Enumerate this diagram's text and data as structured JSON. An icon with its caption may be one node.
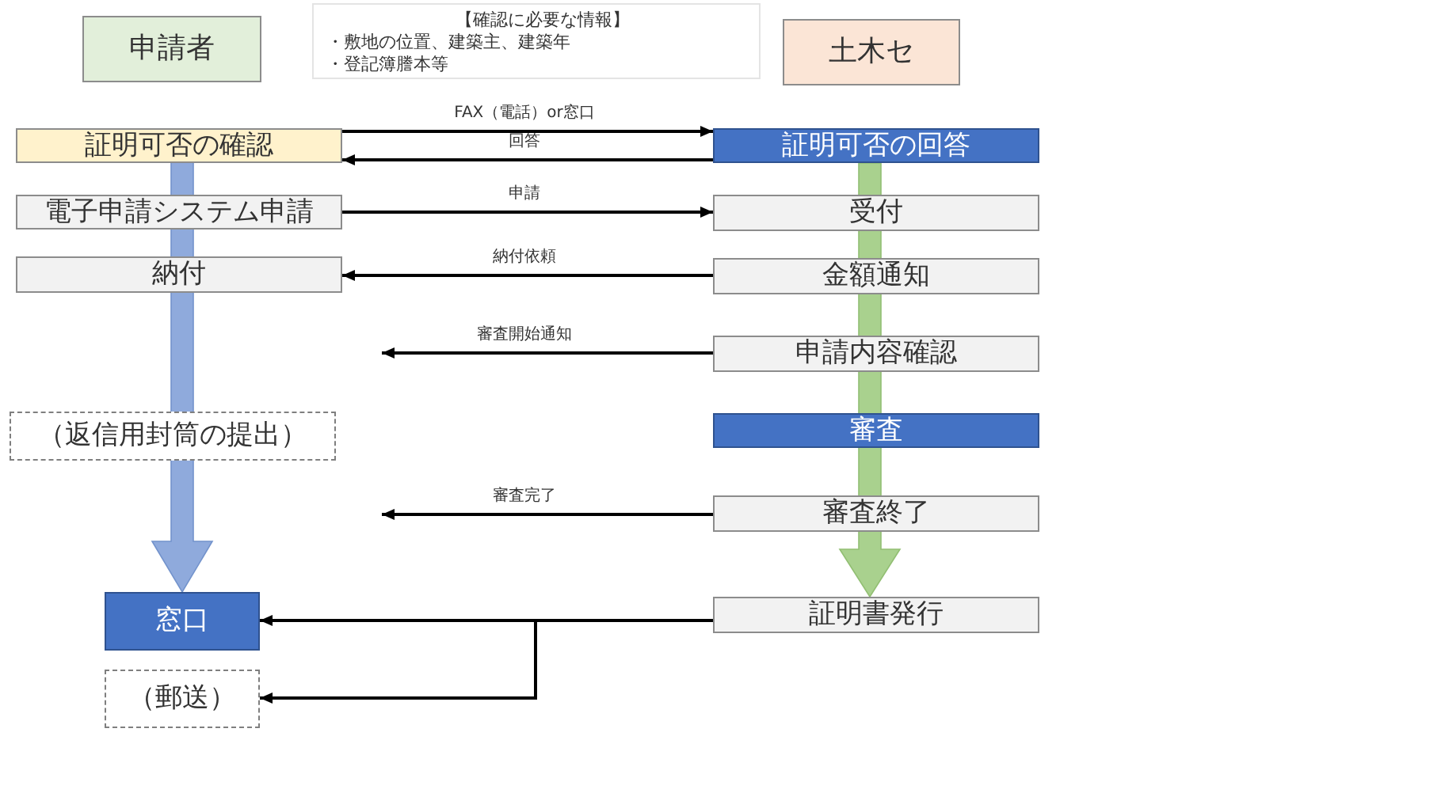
{
  "diagram": {
    "nodes": [
      {
        "text": [
          "申請者"
        ]
      },
      {
        "text": [
          "【確認に必要な情報】",
          "・敷地の位置、建築主、建築年",
          "・登記簿謄本等"
        ]
      },
      {
        "text": [
          "土木セ"
        ]
      },
      {
        "text": [
          "証明可否の確認"
        ]
      },
      {
        "text": [
          "証明可否の回答"
        ]
      },
      {
        "text": [
          "電子申請システム申請"
        ]
      },
      {
        "text": [
          "受付"
        ]
      },
      {
        "text": [
          "納付"
        ]
      },
      {
        "text": [
          "金額通知"
        ]
      },
      {
        "text": [
          "申請内容確認"
        ]
      },
      {
        "text": [
          "（返信用封筒の提出）"
        ]
      },
      {
        "text": [
          "審査"
        ]
      },
      {
        "text": [
          "審査終了"
        ]
      },
      {
        "text": [
          "窓口"
        ]
      },
      {
        "text": [
          "証明書発行"
        ]
      },
      {
        "text": [
          "（郵送）"
        ]
      }
    ],
    "edges": [
      {
        "from": 3,
        "to": 4,
        "arrow": "to",
        "label": "FAX（電話）or窓口"
      },
      {
        "from": 4,
        "to": 3,
        "arrow": "to",
        "label": "回答"
      },
      {
        "from": 5,
        "to": 6,
        "arrow": "to",
        "label": "申請"
      },
      {
        "from": 8,
        "to": 7,
        "arrow": "to",
        "label": "納付依頼"
      },
      {
        "from": 9,
        "to": null,
        "arrow": "to",
        "label": "審査開始通知"
      },
      {
        "from": 12,
        "to": null,
        "arrow": "to",
        "label": "審査完了"
      },
      {
        "from": 14,
        "to": 13,
        "arrow": "to"
      },
      {
        "from": 14,
        "to": 15,
        "arrow": "to"
      }
    ]
  }
}
